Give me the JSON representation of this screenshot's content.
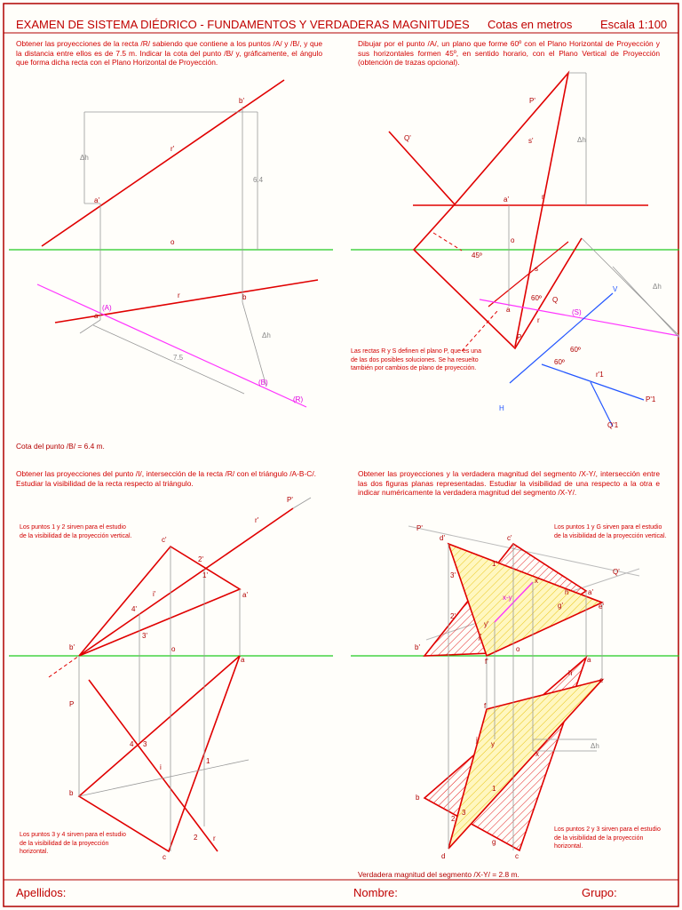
{
  "header": {
    "title": "EXAMEN DE SISTEMA DIÉDRICO - FUNDAMENTOS Y VERDADERAS MAGNITUDES",
    "units": "Cotas en metros",
    "scale": "Escala 1:100"
  },
  "p1": {
    "statement": "Obtener las proyecciones de la recta /R/ sabiendo que contiene a los puntos /A/ y /B/, y que la distancia entre ellos es de 7.5 m. Indicar la cota del punto /B/ y, gráficamente, el ángulo que forma dicha recta con el Plano Horizontal de Proyección.",
    "answer": "Cota del punto /B/ = 6.4 m.",
    "labels": {
      "b1": "b'",
      "r1": "r'",
      "a1": "a'",
      "o": "o",
      "r": "r",
      "A": "(A)",
      "a": "a",
      "b": "b",
      "B": "(B)",
      "R": "(R)",
      "dim": "6.4",
      "dist": "7.5",
      "dh": "Δh"
    }
  },
  "p2": {
    "statement": "Dibujar por el punto /A/, un plano que forme 60º con el Plano Horizontal de Proyección y sus horizontales formen 45º, en sentido horario, con el Plano Vertical de Proyección (obtención de trazas opcional).",
    "note": "Las rectas R y S definen el plano P, que es una de las dos posibles soluciones. Se ha resuelto también por cambios de plano de proyección.",
    "labels": {
      "P1": "P'",
      "Q1": "Q'",
      "s1": "s'",
      "a1": "a'",
      "r1": "r'",
      "o": "o",
      "ang45": "45º",
      "s": "s",
      "ang60a": "60º",
      "Q": "Q",
      "a": "a",
      "S": "(S)",
      "r": "r",
      "P": "P",
      "ang60b": "60º",
      "ang60c": "60º",
      "rr1": "r'1",
      "Pp1": "P'1",
      "Qq1": "Q'1",
      "H1": "H",
      "V1": "V",
      "dh": "Δh"
    }
  },
  "p3": {
    "statement": "Obtener las proyecciones del punto /I/, intersección de la recta /R/ con el triángulo /A-B-C/. Estudiar la visibilidad de la recta respecto al triángulo.",
    "note1": "Los puntos 1 y 2 sirven para el estudio de la visibilidad de la proyección vertical.",
    "note2": "Los puntos 3 y 4 sirven para el estudio de la visibilidad de la proyección horizontal.",
    "labels": {
      "P1": "P'",
      "r1": "r'",
      "c1": "c'",
      "n2": "2'",
      "n1": "1'",
      "i1": "i'",
      "a1": "a'",
      "n4": "4'",
      "n3": "3'",
      "b1": "b'",
      "o": "o",
      "a": "a",
      "P": "P",
      "n4h": "4",
      "n3h": "3",
      "i": "i",
      "n1h": "1",
      "b": "b",
      "n2h": "2",
      "r": "r",
      "c": "c"
    }
  },
  "p4": {
    "statement": "Obtener las proyecciones y la verdadera magnitud del segmento /X-Y/, intersección entre las dos figuras planas representadas. Estudiar la visibilidad de una respecto a la otra e indicar numéricamente la verdadera magnitud del segmento /X-Y/.",
    "note1": "Los puntos 1 y G sirven para el estudio de la visibilidad de la proyección vertical.",
    "note2": "Los puntos 2 y 3 sirven para el estudio de la visibilidad de la proyección horizontal.",
    "answer": "Verdadera magnitud del segmento /X-Y/ = 2.8 m.",
    "labels": {
      "P1": "P'",
      "d1": "d'",
      "c1": "c'",
      "Q1": "Q'",
      "n1": "1'",
      "x1": "x'",
      "n3": "3'",
      "h1": "h'",
      "a1": "a'",
      "e1": "e'",
      "n2": "2'",
      "g1": "g'",
      "y1": "y'",
      "j1": "j'",
      "b1": "b'",
      "f1": "f'",
      "o": "o",
      "a": "a",
      "h": "h",
      "e": "e",
      "f": "f",
      "j": "j",
      "y": "y",
      "x": "x",
      "n1h": "1",
      "b": "b",
      "n3h": "3",
      "n2h": "2",
      "g": "g",
      "d": "d",
      "c": "c",
      "xy": "x-y",
      "dh": "Δh"
    }
  },
  "footer": {
    "surname": "Apellidos:",
    "name": "Nombre:",
    "group": "Grupo:"
  }
}
